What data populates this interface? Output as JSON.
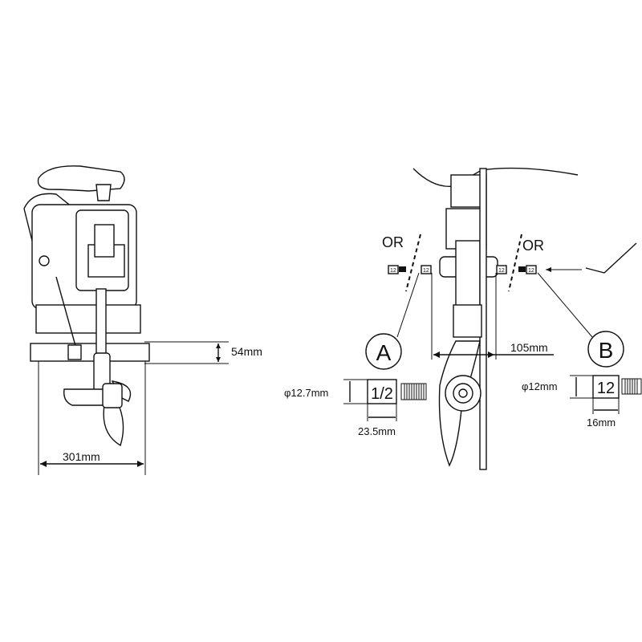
{
  "left_view": {
    "width_dim": "301mm",
    "height_dim": "54mm"
  },
  "right_view": {
    "or_left": "OR",
    "or_right": "OR",
    "depth_dim": "105mm",
    "callout_a": "A",
    "callout_b": "B",
    "small_labels": [
      "12",
      "12",
      "12",
      "12"
    ],
    "fitting_a": {
      "label": "1/2",
      "diameter": "φ12.7mm",
      "length": "23.5mm"
    },
    "fitting_b": {
      "label": "12",
      "diameter": "φ12mm",
      "length": "16mm"
    }
  }
}
